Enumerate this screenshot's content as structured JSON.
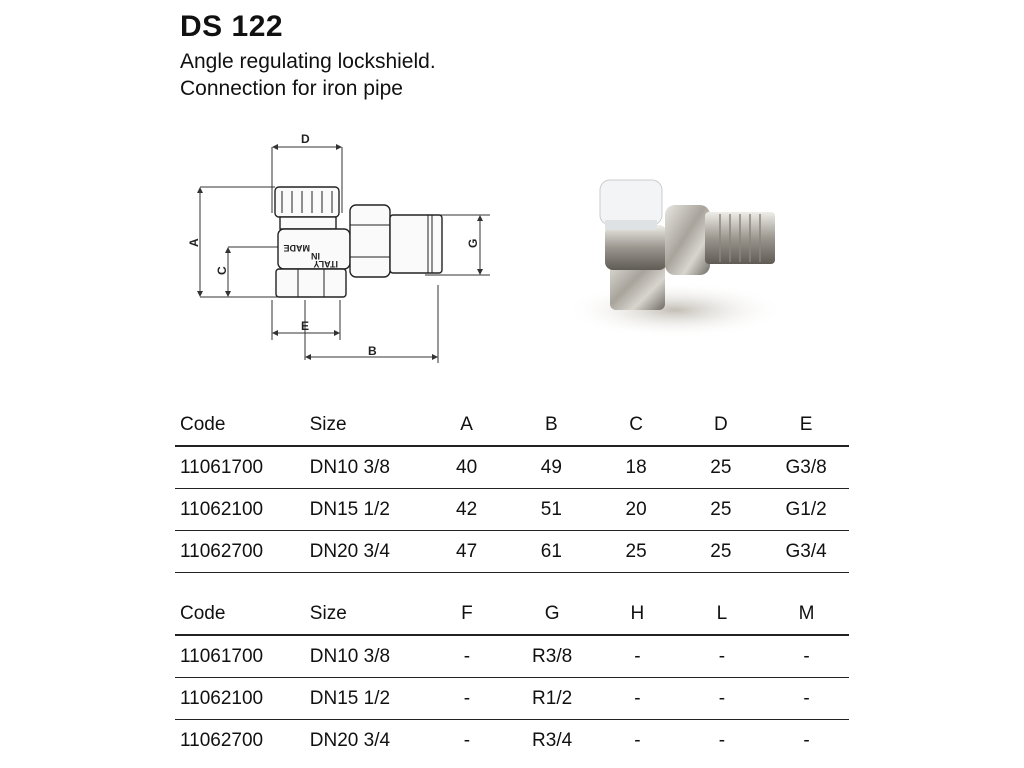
{
  "header": {
    "title": "DS 122",
    "subtitle_line1": "Angle regulating lockshield.",
    "subtitle_line2": "Connection for iron pipe"
  },
  "drawing": {
    "labels": {
      "A": "A",
      "B": "B",
      "C": "C",
      "D": "D",
      "E": "E",
      "G": "G"
    },
    "body_text": [
      "MADE",
      "IN",
      "ITALY"
    ]
  },
  "table1": {
    "headers": [
      "Code",
      "Size",
      "A",
      "B",
      "C",
      "D",
      "E"
    ],
    "rows": [
      [
        "11061700",
        "DN10 3/8",
        "40",
        "49",
        "18",
        "25",
        "G3/8"
      ],
      [
        "11062100",
        "DN15 1/2",
        "42",
        "51",
        "20",
        "25",
        "G1/2"
      ],
      [
        "11062700",
        "DN20 3/4",
        "47",
        "61",
        "25",
        "25",
        "G3/4"
      ]
    ]
  },
  "table2": {
    "headers": [
      "Code",
      "Size",
      "F",
      "G",
      "H",
      "L",
      "M"
    ],
    "rows": [
      [
        "11061700",
        "DN10 3/8",
        "-",
        "R3/8",
        "-",
        "-",
        "-"
      ],
      [
        "11062100",
        "DN15 1/2",
        "-",
        "R1/2",
        "-",
        "-",
        "-"
      ],
      [
        "11062700",
        "DN20 3/4",
        "-",
        "R3/4",
        "-",
        "-",
        "-"
      ]
    ]
  }
}
